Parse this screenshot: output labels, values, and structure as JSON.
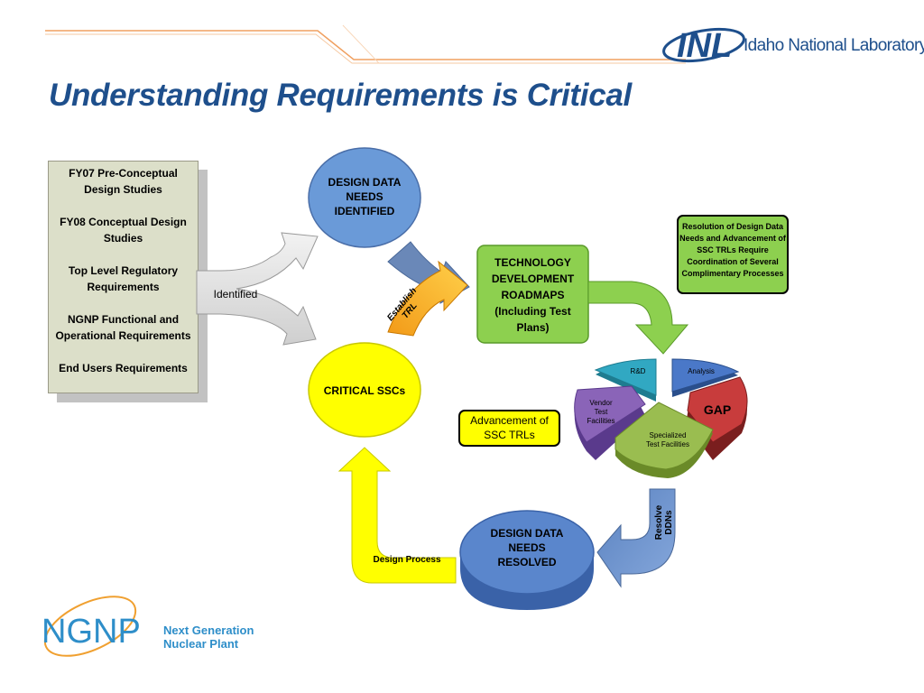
{
  "header": {
    "title": "Understanding Requirements is Critical",
    "logo_text": "INL",
    "logo_subtitle": "Idaho National Laboratory"
  },
  "requirements_box": {
    "items": [
      "FY07 Pre-Conceptual Design Studies",
      "FY08 Conceptual Design Studies",
      "Top Level Regulatory Requirements",
      "NGNP Functional and Operational Requirements",
      "End Users Requirements"
    ]
  },
  "diagram": {
    "identified_label": "Identified",
    "design_data_needs_identified": "DESIGN DATA NEEDS IDENTIFIED",
    "critical_sscs": "CRITICAL SSCs",
    "establish_trl": "Establish TRL",
    "technology_roadmaps": "TECHNOLOGY DEVELOPMENT ROADMAPS (Including Test Plans)",
    "resolution_note": "Resolution of Design Data Needs and Advancement of SSC TRLs Require Coordination of Several Complimentary Processes",
    "advancement_label": "Advancement of SSC TRLs",
    "pie_segments": {
      "rd": "R&D",
      "analysis": "Analysis",
      "vendor": "Vendor Test Facilities",
      "gap": "GAP",
      "specialized": "Specialized Test Facilities"
    },
    "resolve_ddns": "Resolve DDNs",
    "design_data_needs_resolved": "DESIGN DATA NEEDS RESOLVED",
    "design_process": "Design Process"
  },
  "footer": {
    "logo_text": "NGNP",
    "line1": "Next Generation",
    "line2": "Nuclear Plant"
  },
  "colors": {
    "title_blue": "#1e4f8c",
    "orange_line": "#f0a060",
    "oval_blue": "#6a9ad8",
    "yellow": "#ffff00",
    "green": "#8dd04f",
    "gap_red": "#c83c3c"
  }
}
